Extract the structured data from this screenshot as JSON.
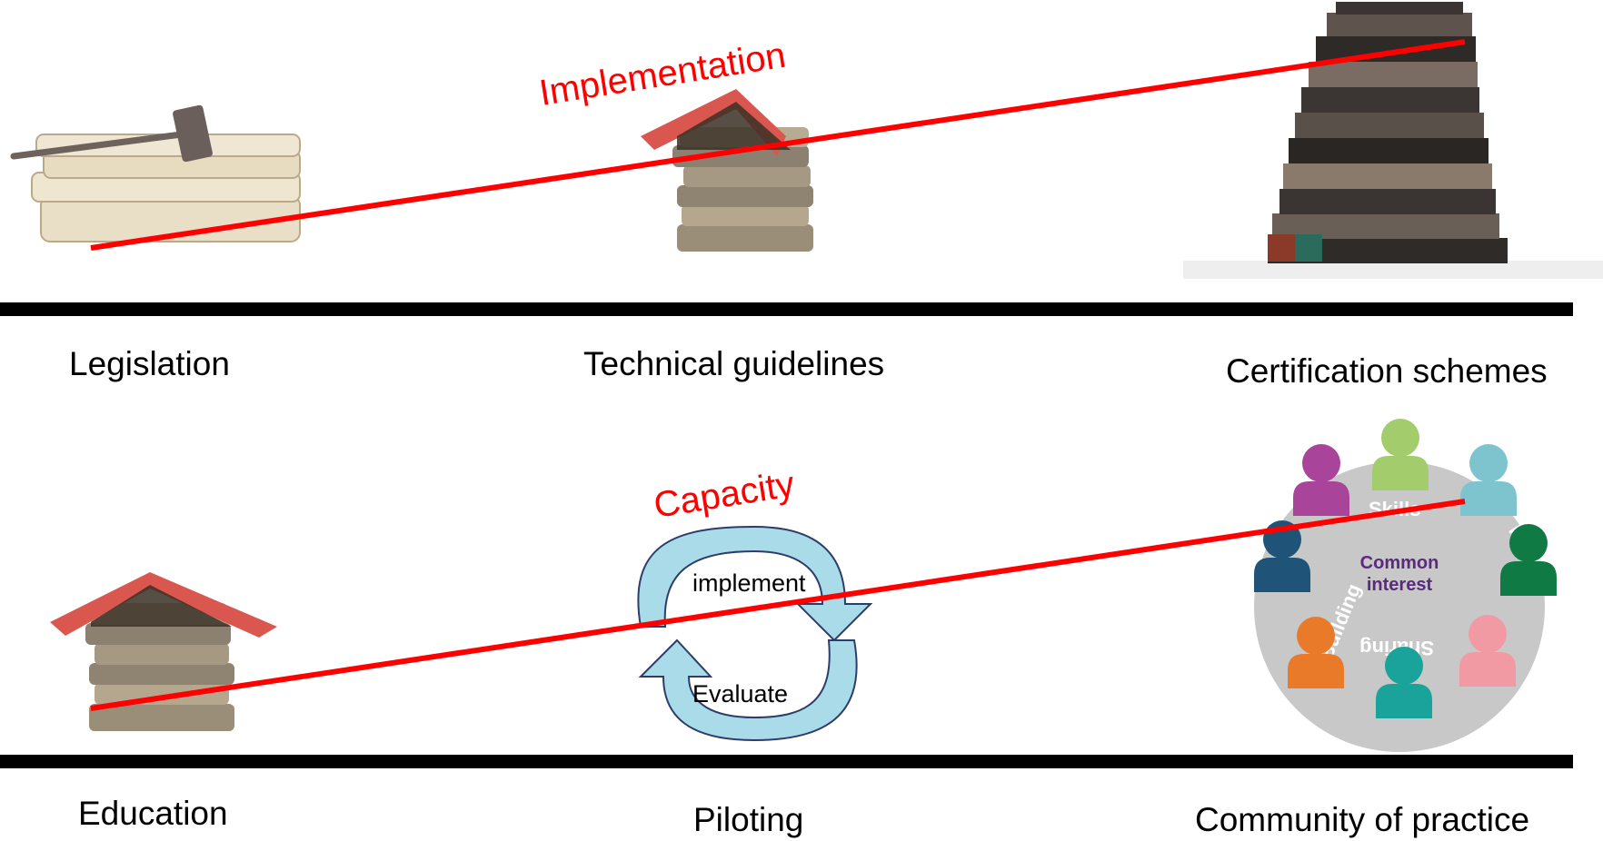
{
  "top_row": {
    "trend_label": "Implementation",
    "items": [
      "Legislation",
      "Technical guidelines",
      "Certification schemes"
    ]
  },
  "bottom_row": {
    "trend_label": "Capacity",
    "items": [
      "Education",
      "Piloting",
      "Community of practice"
    ],
    "cycle": {
      "top_label": "implement",
      "bottom_label": "Evaluate"
    },
    "circle": {
      "center_lines": [
        "Common",
        "interest"
      ],
      "ring_words": [
        "Skills",
        "Knowledge",
        "Sharing",
        "Building"
      ]
    }
  },
  "colors": {
    "trend_line": "#ff0000",
    "baseline": "#000000",
    "cycle_arrow": "#a9dce8",
    "circle_fill": "#c8c8c8",
    "center_text": "#5b2a7e"
  }
}
